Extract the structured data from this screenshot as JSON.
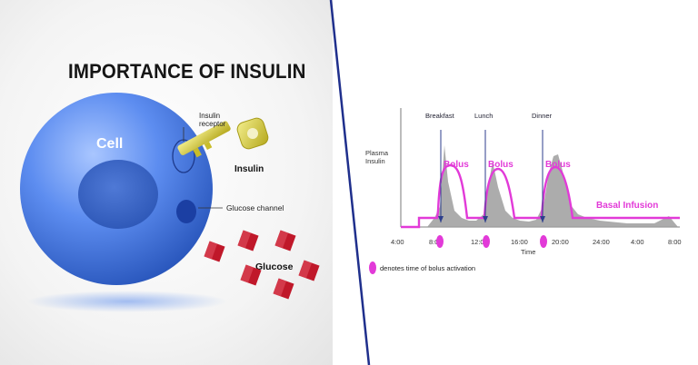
{
  "left_panel": {
    "title": "IMPORTANCE OF INSULIN",
    "cell_label": "Cell",
    "receptor_label_line1": "Insulin",
    "receptor_label_line2": "receptor",
    "insulin_label": "Insulin",
    "channel_label": "Glucose channel",
    "glucose_label": "Glucose"
  },
  "right_panel": {
    "y_label_line1": "Plasma",
    "y_label_line2": "Insulin",
    "meal_labels": [
      "Breakfast",
      "Lunch",
      "Dinner"
    ],
    "bolus_labels": [
      "Bolus",
      "Bolus",
      "Bolus"
    ],
    "basal_label": "Basal Infusion",
    "x_ticks": [
      "4:00",
      "8:00",
      "12:00",
      "16:00",
      "20:00",
      "24:00",
      "4:00",
      "8:00"
    ],
    "x_label": "Time",
    "legend_text": "denotes time of bolus activation"
  },
  "colors": {
    "cell_blue": "#3f73d8",
    "accent_magenta": "#e23ad8",
    "meal_line": "#2c3e8c",
    "glucose_red": "#c0182a",
    "key_yellow": "#d8cf3a",
    "divider": "#1f2f8c"
  }
}
